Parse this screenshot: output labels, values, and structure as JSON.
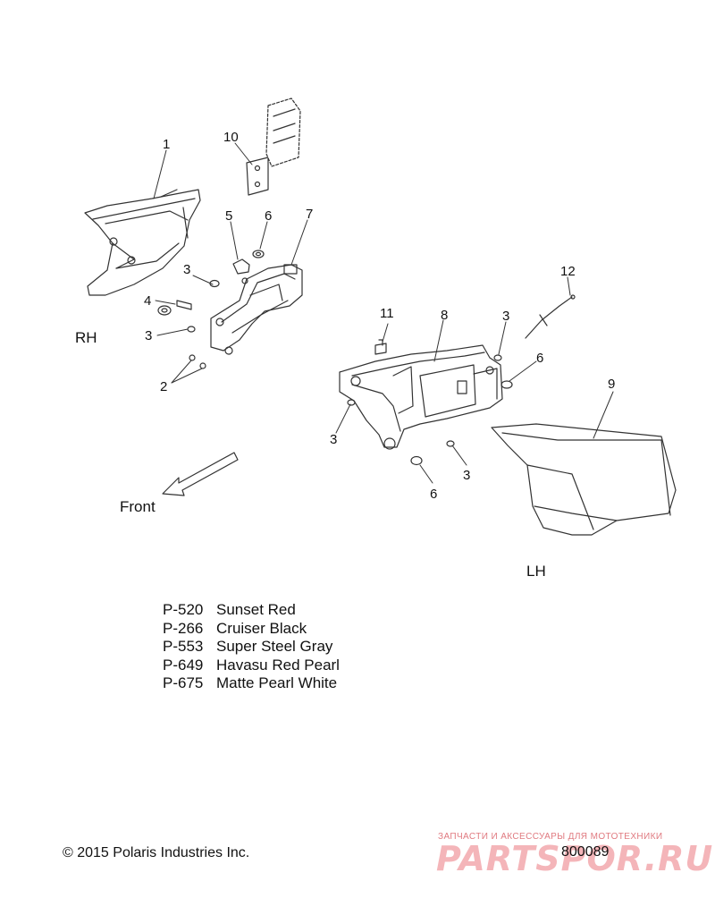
{
  "sides": {
    "rh": "RH",
    "lh": "LH",
    "front": "Front"
  },
  "callouts": [
    "1",
    "10",
    "5",
    "6",
    "7",
    "3",
    "4",
    "3",
    "2",
    "11",
    "8",
    "3",
    "12",
    "6",
    "9",
    "3",
    "3",
    "6"
  ],
  "colors": [
    {
      "code": "P-520",
      "name": "Sunset Red"
    },
    {
      "code": "P-266",
      "name": "Cruiser Black"
    },
    {
      "code": "P-553",
      "name": "Super Steel Gray"
    },
    {
      "code": "P-649",
      "name": "Havasu Red Pearl"
    },
    {
      "code": "P-675",
      "name": "Matte Pearl White"
    }
  ],
  "footer": {
    "copyright": "© 2015 Polaris Industries Inc.",
    "doc_number": "800089"
  },
  "watermark": {
    "subtitle": "ЗАПЧАСТИ И АКСЕССУАРЫ ДЛЯ МОТОТЕХНИКИ",
    "logo": "PARTSPOR.RU"
  }
}
